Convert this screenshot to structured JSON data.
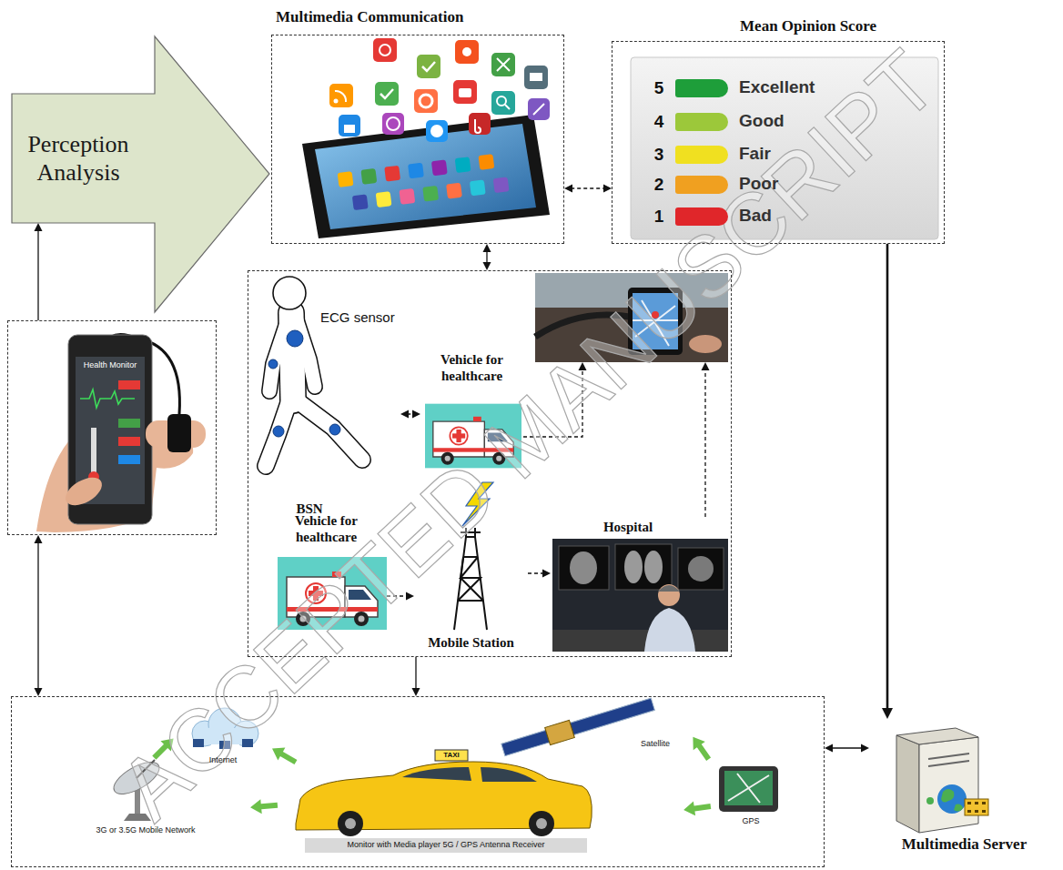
{
  "diagram": {
    "nodes": [
      {
        "text": [
          "Perception Analysis"
        ]
      },
      {
        "text": [
          "Multimedia Communication"
        ]
      },
      {
        "text": [
          "Mean Opinion Score"
        ]
      },
      {
        "text": [
          "Health Monitor"
        ]
      },
      {
        "text": []
      },
      {
        "text": [
          "ECG sensor",
          "BSN"
        ],
        "in": 4
      },
      {
        "text": [
          "Vehicle for healthcare"
        ],
        "in": 4
      },
      {
        "text": [],
        "in": 4
      },
      {
        "text": [
          "Vehicle for healthcare"
        ],
        "in": 4
      },
      {
        "text": [
          "Mobile Station"
        ],
        "in": 4
      },
      {
        "text": [
          "Hospital"
        ],
        "in": 4
      },
      {
        "text": [
          "Internet",
          "Satellite",
          "3G or 3.5G Mobile Network",
          "GPS",
          "Monitor with Media player 5G / GPS Antenna Receiver"
        ]
      },
      {
        "text": [
          "Multimedia Server"
        ]
      }
    ],
    "edges": [
      {
        "from": 3,
        "to": 0,
        "arrow": "to"
      },
      {
        "from": 1,
        "to": 2,
        "arrow": "both"
      },
      {
        "from": 1,
        "to": 4,
        "arrow": "both"
      },
      {
        "from": 2,
        "to": 12,
        "arrow": "to"
      },
      {
        "from": 5,
        "to": 6,
        "arrow": "both"
      },
      {
        "from": 6,
        "to": 7,
        "arrow": "to"
      },
      {
        "from": 8,
        "to": 9,
        "arrow": "to"
      },
      {
        "from": 9,
        "to": 10,
        "arrow": "to"
      },
      {
        "from": 10,
        "to": 7,
        "arrow": "to"
      },
      {
        "from": 3,
        "to": 11,
        "arrow": "both"
      },
      {
        "from": 4,
        "to": 11,
        "arrow": "to"
      },
      {
        "from": 11,
        "to": 12,
        "arrow": "both"
      }
    ],
    "labels": [
      "ACCEPTED MANUSCRIPT",
      "5",
      "4",
      "3",
      "2",
      "1",
      "TAXI"
    ],
    "legend": [
      {
        "text": "Excellent",
        "color": "#1e9e3a"
      },
      {
        "text": "Good",
        "color": "#9cc83a"
      },
      {
        "text": "Fair",
        "color": "#f0e020"
      },
      {
        "text": "Poor",
        "color": "#f0a020"
      },
      {
        "text": "Bad",
        "color": "#e0262a"
      }
    ]
  }
}
